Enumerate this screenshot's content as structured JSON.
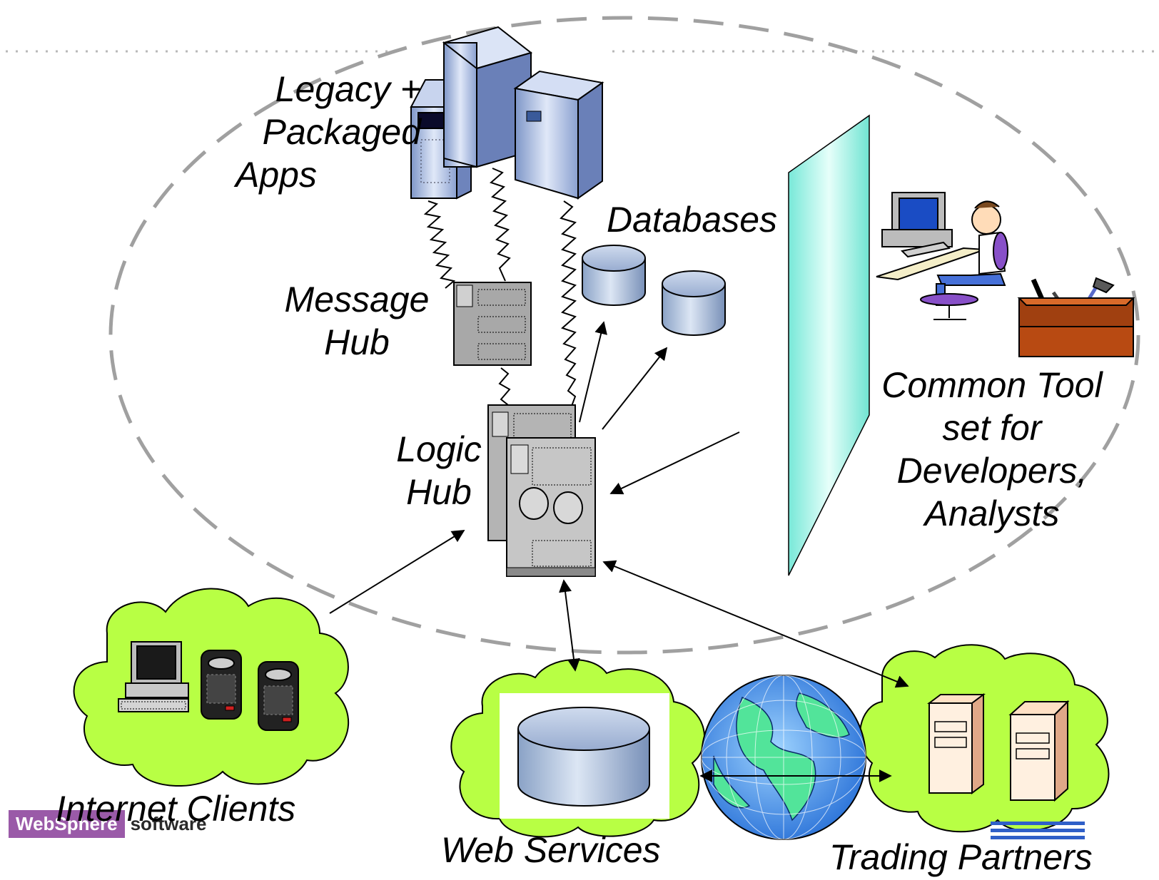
{
  "labels": {
    "legacy": [
      "Legacy +",
      "Packaged",
      "Apps"
    ],
    "message_hub": [
      "Message",
      "Hub"
    ],
    "logic_hub": [
      "Logic",
      "Hub"
    ],
    "databases": "Databases",
    "tools": [
      "Common Tool",
      "set for",
      "Developers,",
      "Analysts"
    ],
    "internet_clients": "Internet Clients",
    "web_services": "Web Services",
    "trading_partners": "Trading Partners"
  },
  "footer": {
    "brand": "WebSphere",
    "product": "software"
  },
  "colors": {
    "cloud": "#b8ff44",
    "panel": "#88f0e0",
    "dashed_ellipse": "#a0a0a0",
    "cylinder": "#a8bcd8",
    "server": "#b4b4b4",
    "logo": "#9a5aa8"
  },
  "icons": [
    "server-tower-icon",
    "message-hub-icon",
    "logic-hub-icon",
    "database-icon",
    "developer-workstation-icon",
    "toolbox-icon",
    "desktop-computer-icon",
    "handheld-device-icon",
    "globe-icon",
    "partner-server-icon"
  ]
}
